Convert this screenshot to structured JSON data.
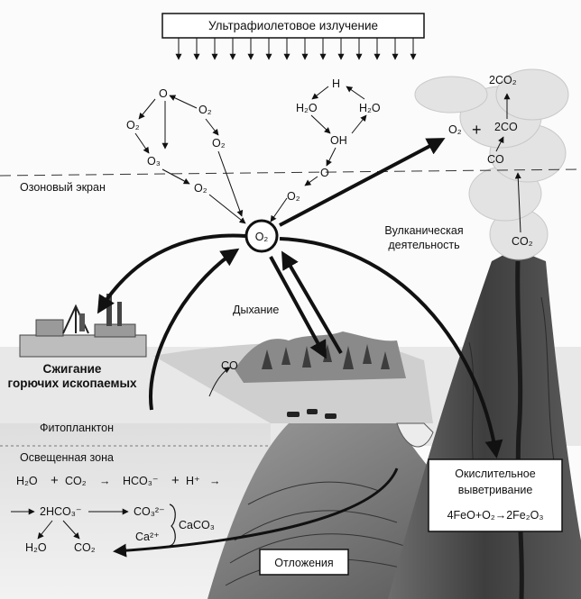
{
  "uv_banner": "Ультрафиолетовое излучение",
  "ozone_label": "Озоновый экран",
  "oxygen_cycle": {
    "o_atom": "O",
    "o2_top": "O₂",
    "o2_right": "O₂",
    "o2_left": "O₂",
    "o3": "O₃",
    "o2_lower": "O₂",
    "o2_center": "O₂"
  },
  "water_cycle": {
    "h": "H",
    "h2o_left": "H₂O",
    "h2o_right": "H₂O",
    "oh": "OH",
    "o": "O",
    "o2": "O₂"
  },
  "volcano_gas": {
    "co2_top": "2CO₂",
    "o2": "O₂",
    "plus": "+",
    "two_co": "2CO",
    "co": "CO",
    "co2_crater": "CO₂"
  },
  "labels": {
    "volcanic": [
      "Вулканическая",
      "деятельность"
    ],
    "respiration": "Дыхание",
    "combustion": [
      "Сжигание",
      "горючих ископаемых"
    ],
    "co_forest": "CO",
    "phytoplankton": "Фитопланктон",
    "lit_zone": "Освещенная зона",
    "sediments": "Отложения"
  },
  "weathering_box": {
    "title": [
      "Окислительное",
      "выветривание"
    ],
    "equation": "4FeO+O₂→2Fe₂O₃"
  },
  "ocean_chemistry": {
    "eq1": [
      "H₂O",
      "+",
      "CO₂",
      "→",
      "HCO₃⁻",
      "+",
      "H⁺",
      "→"
    ],
    "eq2_left": "2HCO₃⁻",
    "eq2_mid": "CO₃²⁻",
    "eq2_ca": "Ca²⁺",
    "eq2_result": "CaCO₃",
    "eq3_left": "H₂O",
    "eq3_right": "CO₂"
  }
}
